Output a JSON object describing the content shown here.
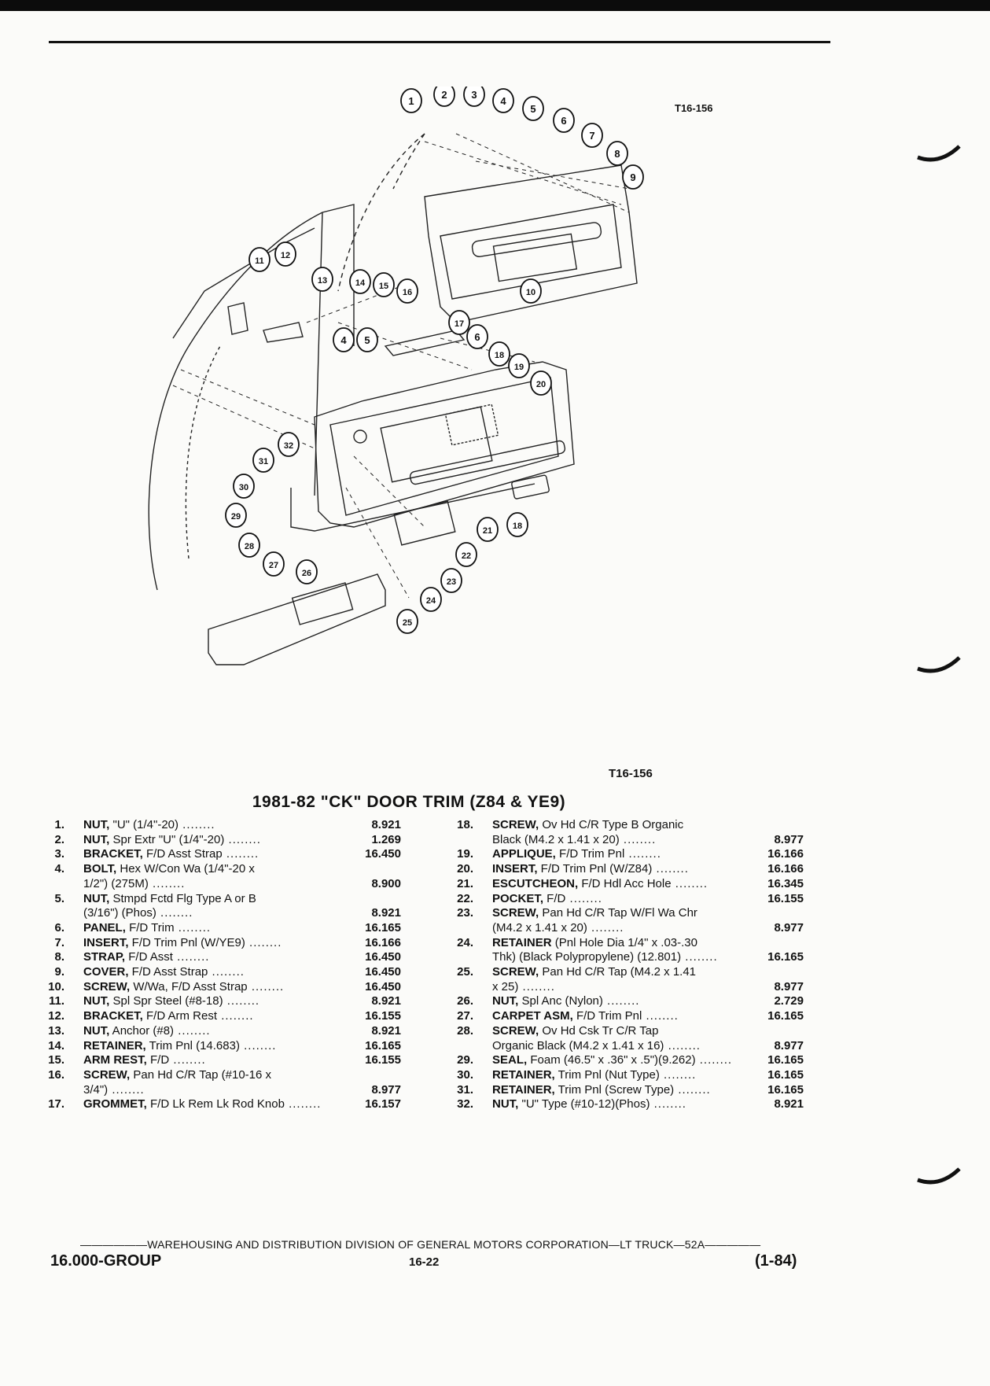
{
  "figure_code": "T16-156",
  "title": "1981-82 \"CK\" DOOR TRIM (Z84 & YE9)",
  "left_items": [
    {
      "num": "1.",
      "name": "NUT,",
      "rest": " \"U\" (1/4\"-20)",
      "code": "8.921"
    },
    {
      "num": "2.",
      "name": "NUT,",
      "rest": " Spr Extr \"U\" (1/4\"-20)",
      "code": "1.269"
    },
    {
      "num": "3.",
      "name": "BRACKET,",
      "rest": " F/D Asst Strap",
      "code": "16.450"
    },
    {
      "num": "4.",
      "name": "BOLT,",
      "rest": " Hex W/Con Wa (1/4\"-20 x\n1/2\") (275M)",
      "code": "8.900"
    },
    {
      "num": "5.",
      "name": "NUT,",
      "rest": " Stmpd Fctd Flg Type A or B\n(3/16\") (Phos)",
      "code": "8.921"
    },
    {
      "num": "6.",
      "name": "PANEL,",
      "rest": " F/D Trim",
      "code": "16.165"
    },
    {
      "num": "7.",
      "name": "INSERT,",
      "rest": " F/D Trim Pnl (W/YE9)",
      "code": "16.166"
    },
    {
      "num": "8.",
      "name": "STRAP,",
      "rest": " F/D Asst",
      "code": "16.450"
    },
    {
      "num": "9.",
      "name": "COVER,",
      "rest": " F/D Asst Strap",
      "code": "16.450"
    },
    {
      "num": "10.",
      "name": "SCREW,",
      "rest": " W/Wa, F/D Asst Strap",
      "code": "16.450"
    },
    {
      "num": "11.",
      "name": "NUT,",
      "rest": " Spl Spr Steel (#8-18)",
      "code": "8.921"
    },
    {
      "num": "12.",
      "name": "BRACKET,",
      "rest": " F/D Arm Rest",
      "code": "16.155"
    },
    {
      "num": "13.",
      "name": "NUT,",
      "rest": " Anchor (#8)",
      "code": "8.921"
    },
    {
      "num": "14.",
      "name": "RETAINER,",
      "rest": " Trim Pnl (14.683)",
      "code": "16.165"
    },
    {
      "num": "15.",
      "name": "ARM REST,",
      "rest": " F/D",
      "code": "16.155"
    },
    {
      "num": "16.",
      "name": "SCREW,",
      "rest": " Pan Hd C/R Tap (#10-16 x\n3/4\")",
      "code": "8.977"
    },
    {
      "num": "17.",
      "name": "GROMMET,",
      "rest": " F/D Lk Rem Lk Rod Knob",
      "code": "16.157"
    }
  ],
  "right_items": [
    {
      "num": "18.",
      "name": "SCREW,",
      "rest": " Ov Hd C/R Type B Organic\nBlack (M4.2 x 1.41 x 20)",
      "code": "8.977"
    },
    {
      "num": "19.",
      "name": "APPLIQUE,",
      "rest": " F/D Trim Pnl",
      "code": "16.166"
    },
    {
      "num": "20.",
      "name": "INSERT,",
      "rest": " F/D Trim Pnl (W/Z84)",
      "code": "16.166"
    },
    {
      "num": "21.",
      "name": "ESCUTCHEON,",
      "rest": " F/D Hdl Acc Hole",
      "code": "16.345"
    },
    {
      "num": "22.",
      "name": "POCKET,",
      "rest": " F/D",
      "code": "16.155"
    },
    {
      "num": "23.",
      "name": "SCREW,",
      "rest": " Pan Hd C/R Tap W/Fl Wa Chr\n(M4.2 x 1.41 x 20)",
      "code": "8.977"
    },
    {
      "num": "24.",
      "name": "RETAINER",
      "rest": " (Pnl Hole Dia 1/4\" x .03-.30\nThk) (Black Polypropylene) (12.801)",
      "code": "16.165"
    },
    {
      "num": "25.",
      "name": "SCREW,",
      "rest": " Pan Hd C/R Tap (M4.2 x 1.41\nx 25)",
      "code": "8.977"
    },
    {
      "num": "26.",
      "name": "NUT,",
      "rest": " Spl Anc (Nylon)",
      "code": "2.729"
    },
    {
      "num": "27.",
      "name": "CARPET ASM,",
      "rest": " F/D Trim Pnl",
      "code": "16.165"
    },
    {
      "num": "28.",
      "name": "SCREW,",
      "rest": " Ov Hd Csk Tr C/R Tap\nOrganic Black (M4.2 x 1.41 x 16)",
      "code": "8.977"
    },
    {
      "num": "29.",
      "name": "SEAL,",
      "rest": " Foam (46.5\" x .36\" x .5\")(9.262)",
      "code": "16.165"
    },
    {
      "num": "30.",
      "name": "RETAINER,",
      "rest": " Trim Pnl (Nut Type)",
      "code": "16.165"
    },
    {
      "num": "31.",
      "name": "RETAINER,",
      "rest": " Trim Pnl (Screw Type)",
      "code": "16.165"
    },
    {
      "num": "32.",
      "name": "NUT,",
      "rest": " \"U\" Type (#10-12)(Phos)",
      "code": "8.921"
    }
  ],
  "callouts": [
    "1",
    "2",
    "3",
    "4",
    "5",
    "6",
    "7",
    "8",
    "9",
    "10",
    "11",
    "12",
    "13",
    "14",
    "15",
    "16",
    "17",
    "6",
    "18",
    "19",
    "20",
    "4",
    "5",
    "32",
    "31",
    "30",
    "29",
    "28",
    "27",
    "26",
    "25",
    "24",
    "23",
    "22",
    "21",
    "18"
  ],
  "footer": {
    "line": "WAREHOUSING AND DISTRIBUTION DIVISION OF GENERAL MOTORS CORPORATION—LT TRUCK—52A",
    "group": "16.000-GROUP",
    "page": "16-22",
    "date": "(1-84)"
  }
}
